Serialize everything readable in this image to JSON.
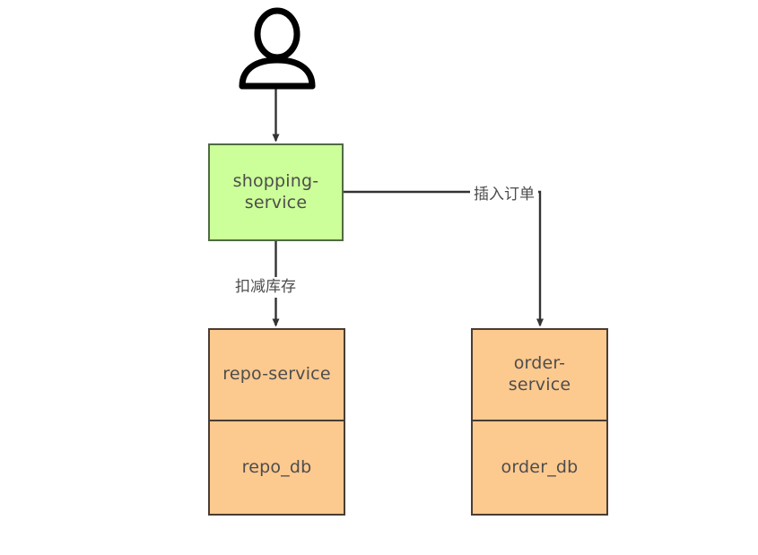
{
  "diagram": {
    "type": "architecture-flow",
    "background": "#ffffff",
    "actor": {
      "icon": "user-icon",
      "label": ""
    },
    "nodes": [
      {
        "id": "shopping-service",
        "title": "shopping-\nservice",
        "fill": "#ccff99",
        "stroke": "#4f6b42",
        "sections": 1
      },
      {
        "id": "repo-service",
        "title": "repo-service",
        "database": "repo_db",
        "fill": "#fcc98f",
        "stroke": "#4a3c33",
        "sections": 2
      },
      {
        "id": "order-service",
        "title": "order-\nservice",
        "database": "order_db",
        "fill": "#fcc98f",
        "stroke": "#4a3c33",
        "sections": 2
      }
    ],
    "edges": [
      {
        "id": "user-to-shopping",
        "from": "user",
        "to": "shopping-service",
        "label": "",
        "stroke": "#333333"
      },
      {
        "id": "shopping-to-repo",
        "from": "shopping-service",
        "to": "repo-service",
        "label": "扣减库存",
        "stroke": "#333333"
      },
      {
        "id": "shopping-to-order",
        "from": "shopping-service",
        "to": "order-service",
        "label": "插入订单",
        "stroke": "#333333"
      }
    ],
    "colors": {
      "text": "#4d4d4d",
      "edge": "#333333",
      "green_fill": "#ccff99",
      "green_stroke": "#4f6b42",
      "orange_fill": "#fcc98f",
      "orange_stroke": "#4a3c33"
    }
  }
}
